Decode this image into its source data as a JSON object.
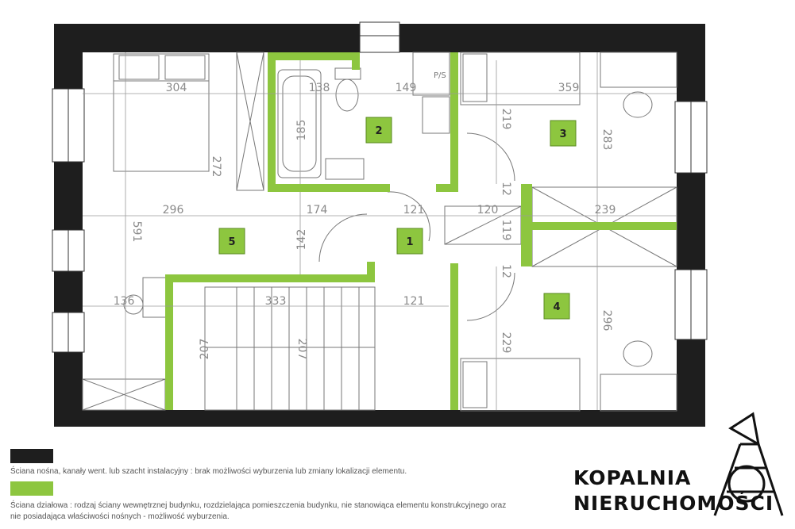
{
  "colors": {
    "bearing_wall": "#1e1e1e",
    "partition_wall": "#8dc63f",
    "dim_text": "#8a8a8a"
  },
  "rooms": [
    {
      "number": "1"
    },
    {
      "number": "2"
    },
    {
      "number": "3"
    },
    {
      "number": "4"
    },
    {
      "number": "5"
    }
  ],
  "dimensions": [
    "304",
    "138",
    "149",
    "359",
    "185",
    "219",
    "283",
    "272",
    "296",
    "174",
    "121",
    "120",
    "239",
    "591",
    "142",
    "12",
    "119",
    "12",
    "136",
    "333",
    "121",
    "296",
    "207",
    "207",
    "229"
  ],
  "fixtures": {
    "ps_label": "P/S"
  },
  "legend": [
    {
      "text": "Ściana  nośna, kanały went. lub szacht instalacyjny : brak możliwości wyburzenia lub zmiany lokalizacji elementu."
    },
    {
      "text_line1": "Ściana działowa : rodzaj ściany wewnętrznej budynku, rozdzielająca pomieszczenia budynku, nie stanowiąca elementu konstrukcyjnego oraz",
      "text_line2": "nie posiadająca właściwości nośnych - możliwość wyburzenia."
    }
  ],
  "brand": {
    "line1": "KOPALNIA",
    "line2": "NIERUCHOMOŚCI"
  }
}
